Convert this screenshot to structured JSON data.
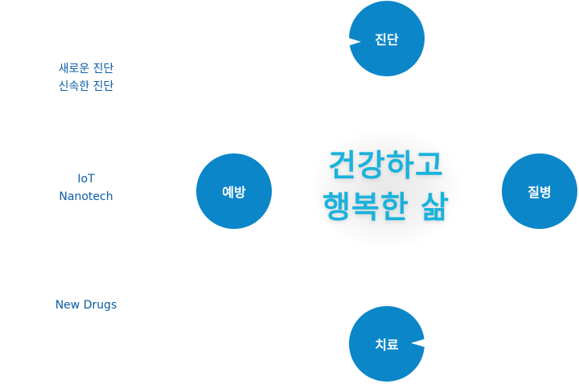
{
  "left_labels": {
    "diagnosis": [
      "새로운 진단",
      "신속한 진단"
    ],
    "technology": [
      "IoT",
      "Nanotech"
    ],
    "drugs": [
      "New Drugs"
    ]
  },
  "center": {
    "line1": "건강하고",
    "line2": "행복한 삶"
  },
  "nodes": {
    "diagnosis": "진단",
    "prevention": "예방",
    "disease": "질병",
    "treatment": "치료"
  },
  "colors": {
    "node_fill": "#0b86c9",
    "label_text": "#0b5da6",
    "center_text": "#1ab2dc"
  }
}
